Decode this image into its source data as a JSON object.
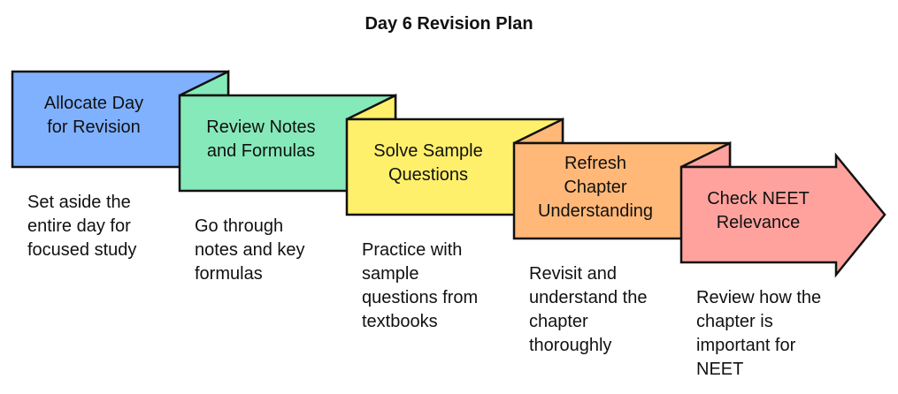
{
  "title": "Day 6 Revision Plan",
  "steps": [
    {
      "label_lines": [
        "Allocate Day",
        "for Revision"
      ],
      "desc_lines": [
        "Set aside the",
        "entire day for",
        "focused study"
      ],
      "color": "#80b1ff"
    },
    {
      "label_lines": [
        "Review Notes",
        "and Formulas"
      ],
      "desc_lines": [
        "Go through",
        "notes and key",
        "formulas"
      ],
      "color": "#86e9b9"
    },
    {
      "label_lines": [
        "Solve Sample",
        "Questions"
      ],
      "desc_lines": [
        "Practice with",
        "sample",
        "questions from",
        "textbooks"
      ],
      "color": "#fff06b"
    },
    {
      "label_lines": [
        "Refresh",
        "Chapter",
        "Understanding"
      ],
      "desc_lines": [
        "Revisit and",
        "understand the",
        "chapter",
        "thoroughly"
      ],
      "color": "#ffb878"
    },
    {
      "label_lines": [
        "Check NEET",
        "Relevance"
      ],
      "desc_lines": [
        "Review how the",
        "chapter is",
        "important for",
        "NEET"
      ],
      "color": "#ffa29e"
    }
  ]
}
